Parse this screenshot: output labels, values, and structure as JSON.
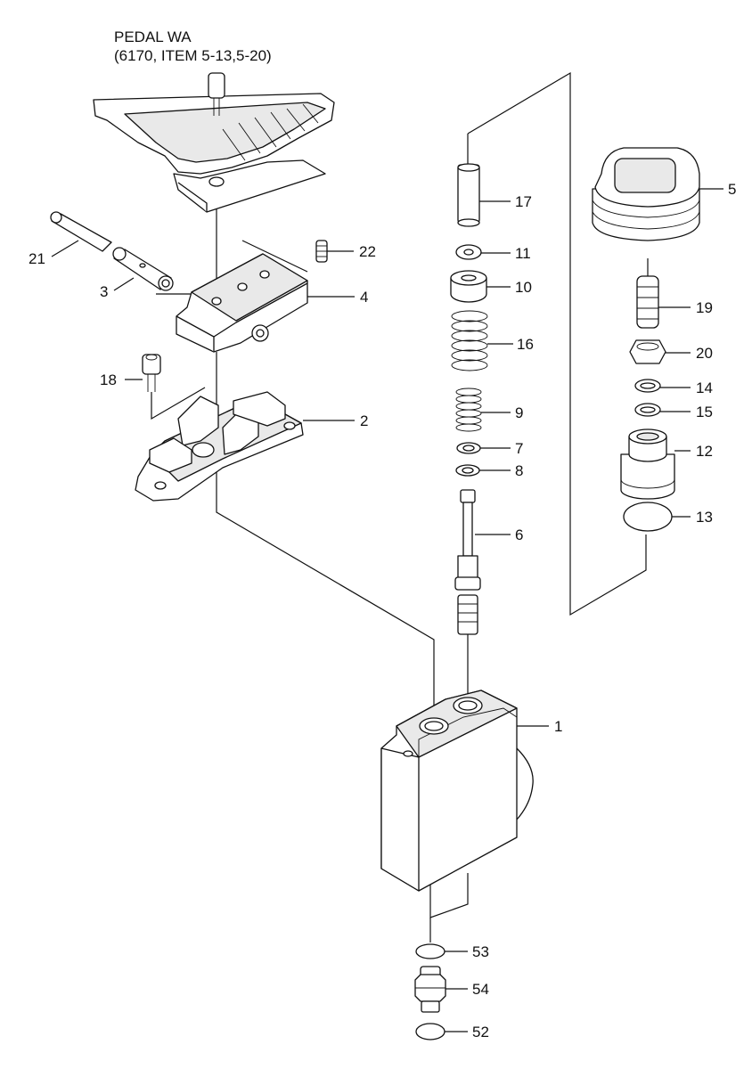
{
  "title": {
    "line1": "PEDAL WA",
    "line2": "(6170, ITEM 5-13,5-20)"
  },
  "callouts": {
    "c1": "1",
    "c2": "2",
    "c3": "3",
    "c4": "4",
    "c5": "5",
    "c6": "6",
    "c7": "7",
    "c8": "8",
    "c9": "9",
    "c10": "10",
    "c11": "11",
    "c12": "12",
    "c13": "13",
    "c14": "14",
    "c15": "15",
    "c16": "16",
    "c17": "17",
    "c18": "18",
    "c19": "19",
    "c20": "20",
    "c21": "21",
    "c22": "22",
    "c52": "52",
    "c53": "53",
    "c54": "54"
  }
}
